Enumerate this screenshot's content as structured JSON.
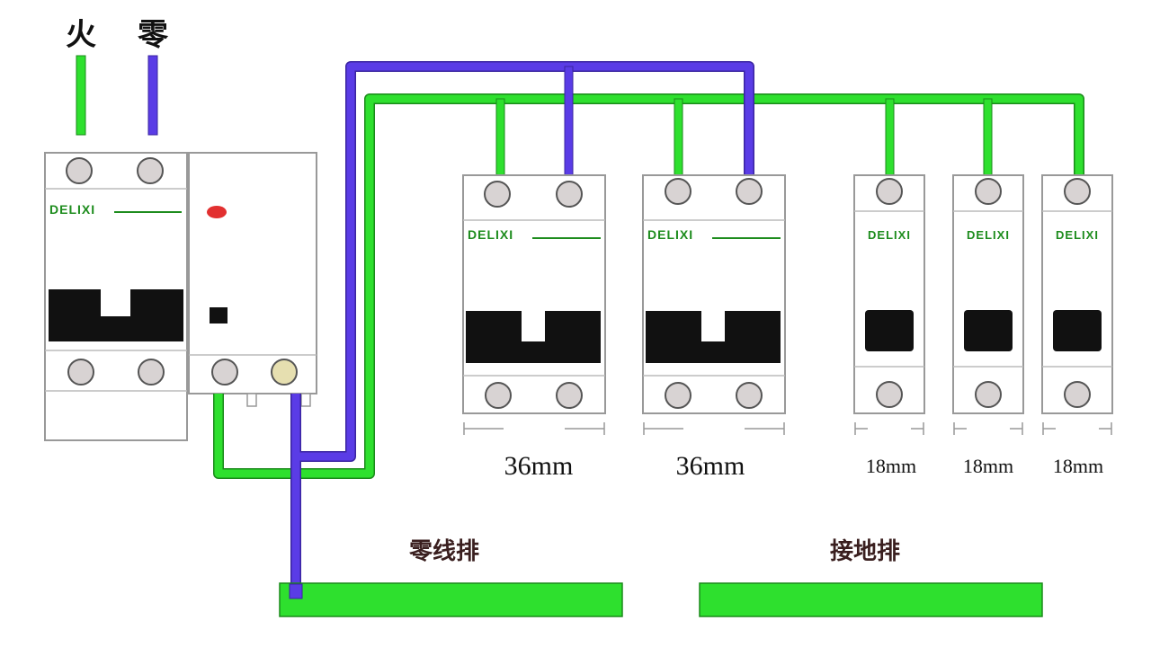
{
  "supply_labels": {
    "live": "火",
    "neutral": "零"
  },
  "brand": "DELIXI",
  "busbars": {
    "neutral": "零线排",
    "ground": "接地排"
  },
  "breakers": [
    {
      "width_label": "36mm"
    },
    {
      "width_label": "36mm"
    },
    {
      "width_label": "18mm"
    },
    {
      "width_label": "18mm"
    },
    {
      "width_label": "18mm"
    }
  ],
  "colors": {
    "live_wire": "#2ee02e",
    "neutral_wire": "#5a3ce6",
    "busbar": "#2ee02e",
    "brand_text": "#1d8c1d",
    "handle": "#111111",
    "indicator": "#e23030"
  }
}
